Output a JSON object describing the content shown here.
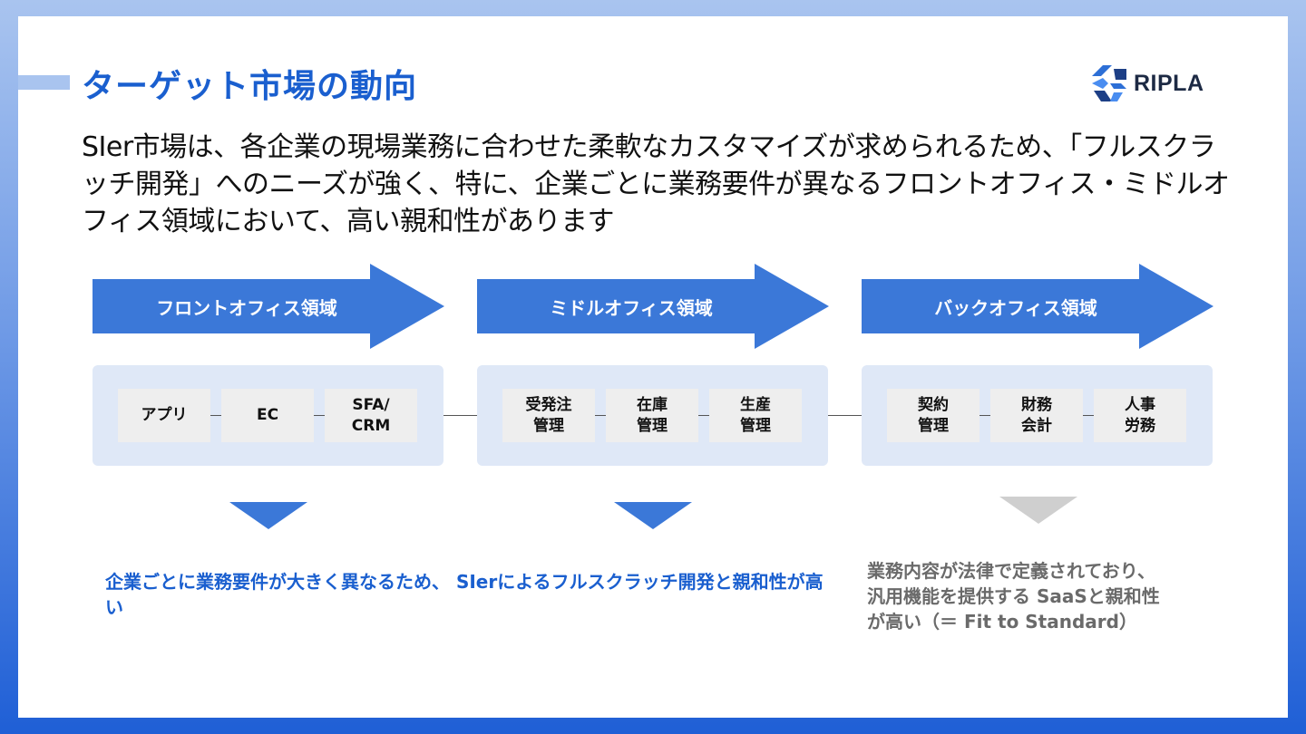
{
  "header": {
    "title": "ターゲット市場の動向",
    "logo_text": "RIPLA",
    "logo_icon": "ripla-logo-icon"
  },
  "lead_text": "SIer市場は、各企業の現場業務に合わせた柔軟なカスタマイズが求められるため、「フルスクラッチ開発」へのニーズが強く、特に、企業ごとに業務要件が異なるフロントオフィス・ミドルオフィス領域において、高い親和性があります",
  "areas": [
    {
      "label": "フロントオフィス領域",
      "items": [
        "アプリ",
        "EC",
        "SFA/\nCRM"
      ]
    },
    {
      "label": "ミドルオフィス領域",
      "items": [
        "受発注\n管理",
        "在庫\n管理",
        "生産\n管理"
      ]
    },
    {
      "label": "バックオフィス領域",
      "items": [
        "契約\n管理",
        "財務\n会計",
        "人事\n労務"
      ]
    }
  ],
  "notes": {
    "front_middle": "企業ごとに業務要件が大きく異なるため、 SIerによるフルスクラッチ開発と親和性が高い",
    "back": "業務内容が法律で定義されており、\n汎用機能を提供する SaaSと親和性\nが高い（＝ Fit to Standard）"
  },
  "colors": {
    "accent_blue": "#1a5fcf",
    "arrow_blue": "#3b78d8",
    "panel_bg": "#dfe8f7",
    "chip_bg": "#eeeeee",
    "gray_text": "#6a6a6a",
    "gray_triangle": "#cfcfcf"
  }
}
